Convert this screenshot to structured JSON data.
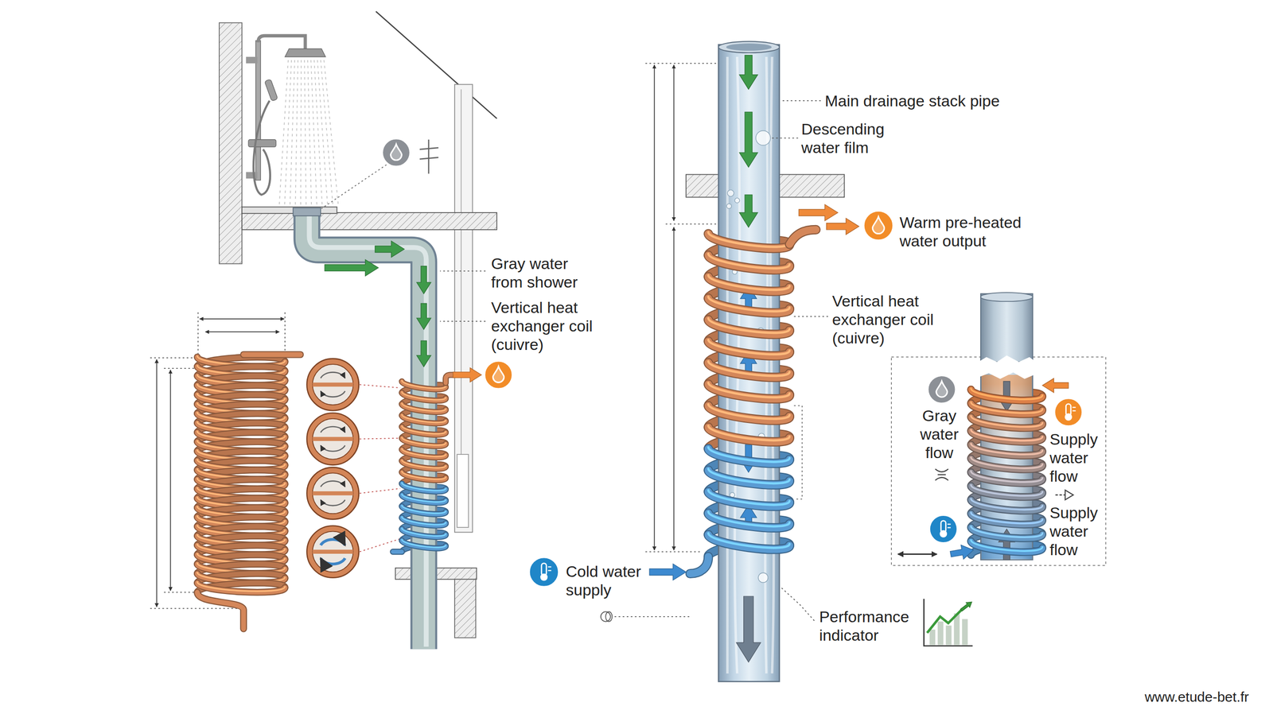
{
  "diagram": {
    "labels": [
      "Main drainage stack pipe",
      "Descending water film",
      "Warm pre-heated water output",
      "Vertical heat exchanger coil (cuivre)",
      "Gray water from shower",
      "Vertical heat exchanger coil (cuivre)",
      "Cold water supply",
      "Performance indicator",
      "Gray water flow",
      "Supply water flow",
      "Supply water flow",
      "www.etude-bet.fr"
    ]
  }
}
